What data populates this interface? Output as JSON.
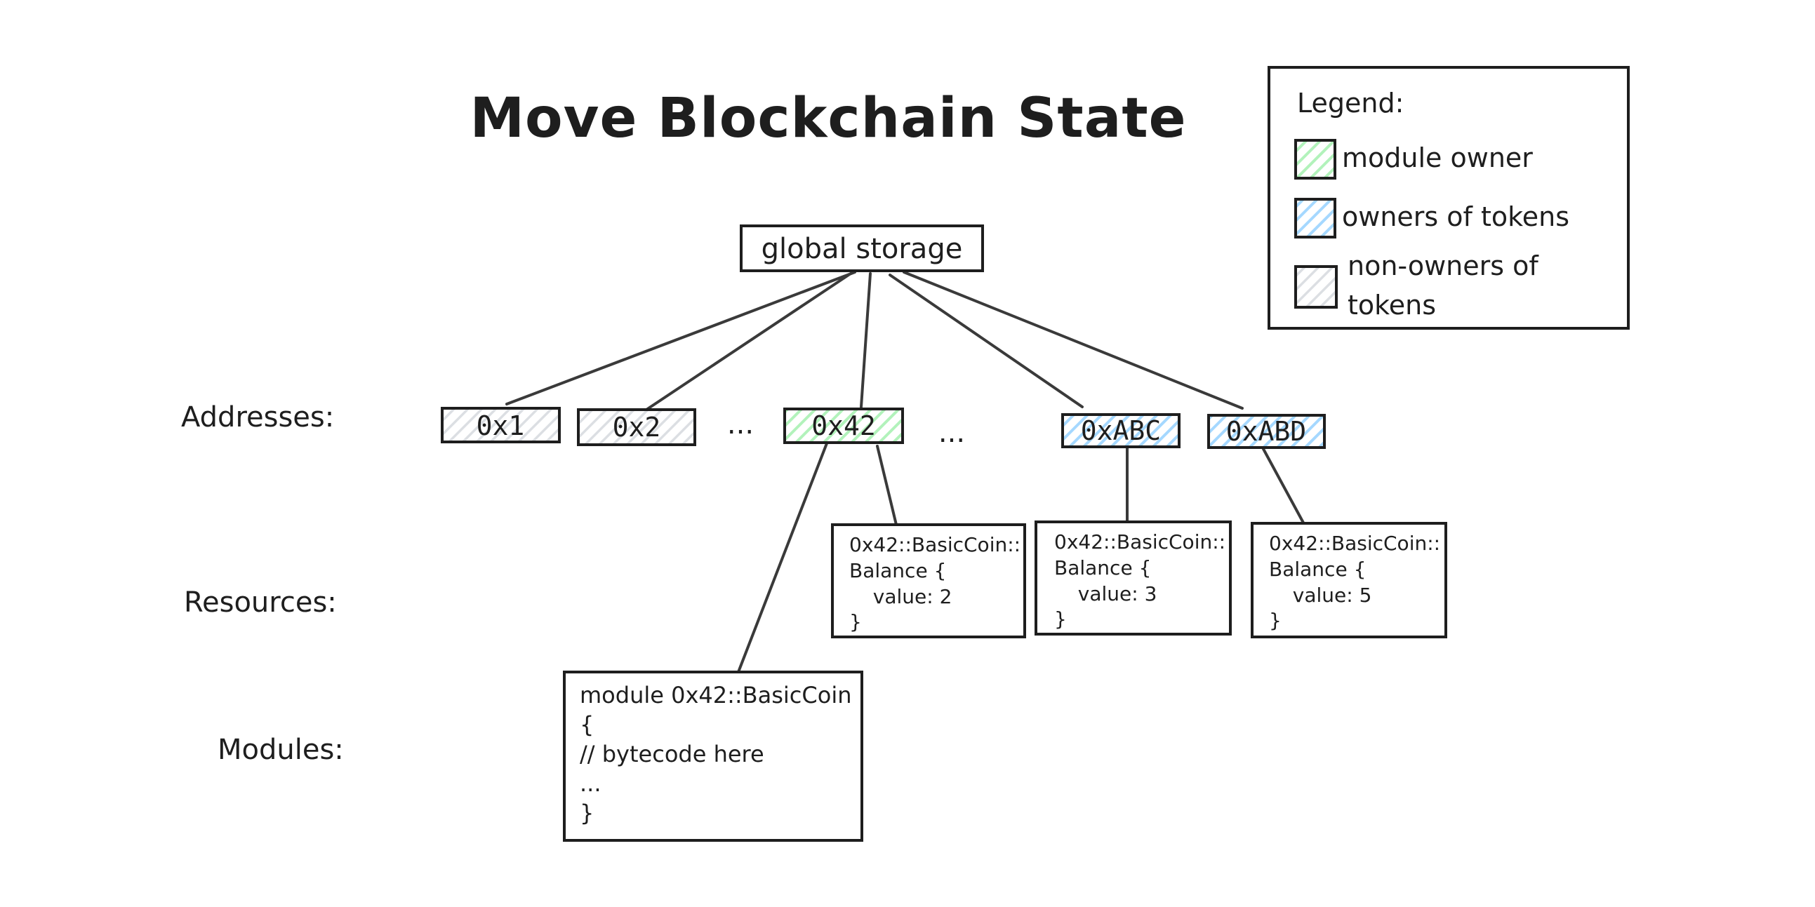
{
  "title": "Move Blockchain State",
  "colors": {
    "module_owner": "#b2f2bb",
    "owners_of_tokens": "#a5d8ff",
    "non_owners": "#e9ecef",
    "ink": "#1e1e1e"
  },
  "root": {
    "label": "global storage"
  },
  "row_labels": {
    "addresses": "Addresses:",
    "resources": "Resources:",
    "modules": "Modules:"
  },
  "addresses": [
    {
      "label": "0x1",
      "category": "non_owners"
    },
    {
      "label": "0x2",
      "category": "non_owners"
    },
    {
      "label": "0x42",
      "category": "module_owner"
    },
    {
      "label": "0xABC",
      "category": "owners_of_tokens"
    },
    {
      "label": "0xABD",
      "category": "owners_of_tokens"
    }
  ],
  "ellipses": [
    "...",
    "..."
  ],
  "resources": [
    {
      "owner": "0x42",
      "lines": [
        "0x42::BasicCoin::",
        "Balance {",
        "  value: 2",
        "}"
      ],
      "value": 2
    },
    {
      "owner": "0xABC",
      "lines": [
        "0x42::BasicCoin::",
        "Balance {",
        "  value: 3",
        "}"
      ],
      "value": 3
    },
    {
      "owner": "0xABD",
      "lines": [
        "0x42::BasicCoin::",
        "Balance {",
        "  value: 5",
        "}"
      ],
      "value": 5
    }
  ],
  "module": {
    "owner": "0x42",
    "lines": [
      "module 0x42::BasicCoin",
      "{",
      "// bytecode here",
      "...",
      "}"
    ]
  },
  "legend": {
    "title": "Legend:",
    "items": [
      {
        "key": "module_owner",
        "lines": [
          "module owner"
        ]
      },
      {
        "key": "owners_of_tokens",
        "lines": [
          "owners of tokens"
        ]
      },
      {
        "key": "non_owners",
        "lines": [
          "non-owners of",
          "tokens"
        ]
      }
    ]
  }
}
